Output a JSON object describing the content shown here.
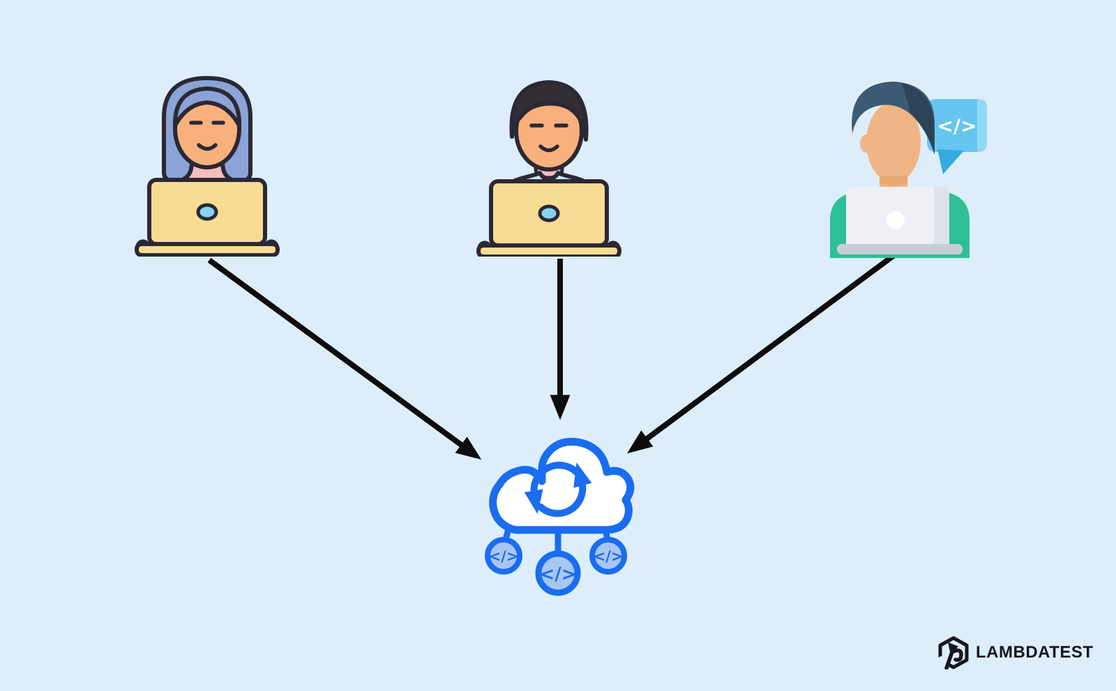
{
  "page": {
    "background_color": "#ddeefa"
  },
  "actors": [
    {
      "name": "developer-1",
      "kind": "woman developer at laptop",
      "style": "outlined illustration",
      "colors": {
        "hair": "#8ba3d6",
        "skin": "#f8b17c",
        "top": "#f3bebe",
        "laptop": "#f8dc94",
        "laptop_logo": "#87d2f1",
        "outline": "#2b2836"
      }
    },
    {
      "name": "developer-2",
      "kind": "man developer at laptop",
      "style": "outlined illustration",
      "colors": {
        "hair": "#332e35",
        "skin": "#f8b17c",
        "top": "#c4e5f7",
        "neck": "#f3bebe",
        "laptop": "#f8dc94",
        "laptop_logo": "#87d2f1",
        "outline": "#2b2836"
      }
    },
    {
      "name": "developer-3",
      "kind": "developer at laptop with code speech bubble",
      "style": "flat illustration",
      "speech_bubble": {
        "symbol": "</>",
        "bubble_color": "#66c6ef",
        "bubble_highlight_color": "#92d9f5",
        "tail_color": "#35acdf"
      },
      "colors": {
        "hair": "#3d5a74",
        "hair_shade": "#2d4358",
        "skin": "#f0b584",
        "shirt": "#2fbf97",
        "laptop": "#eef0f5",
        "laptop_base": "#c6cfd7"
      }
    }
  ],
  "hub": {
    "name": "code-sync-cloud",
    "kind": "cloud with circular sync arrows and three hanging code nodes",
    "accent_color": "#1a6cf0",
    "cloud_fill_color": "#ffffff",
    "node_fill_color": "#a9c6f3",
    "node_symbols": [
      "</>",
      "</>",
      "</>"
    ]
  },
  "connections": {
    "arrow_color": "#0d0d0d",
    "items": [
      {
        "from": "developer-1",
        "to": "code-sync-cloud",
        "direction": "down-right"
      },
      {
        "from": "developer-2",
        "to": "code-sync-cloud",
        "direction": "down"
      },
      {
        "from": "developer-3",
        "to": "code-sync-cloud",
        "direction": "down-left"
      }
    ]
  },
  "branding": {
    "logo_text": "LAMBDATEST",
    "logo_color": "#14171f"
  }
}
